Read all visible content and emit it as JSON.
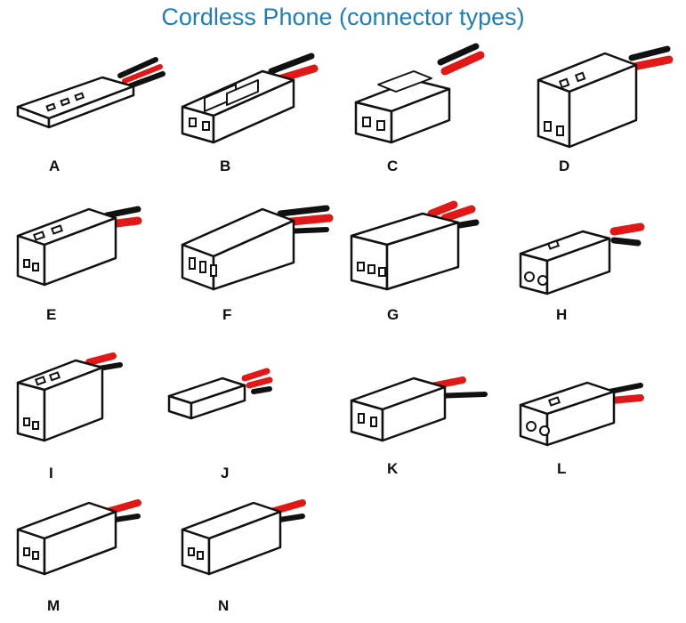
{
  "title": "Cordless Phone (connector types)",
  "colors": {
    "title": "#1f7fb0",
    "wire_red": "#e01818",
    "wire_black": "#111111",
    "outline": "#111111",
    "body": "#ffffff"
  },
  "connectors": [
    {
      "label": "A"
    },
    {
      "label": "B"
    },
    {
      "label": "C"
    },
    {
      "label": "D"
    },
    {
      "label": "E"
    },
    {
      "label": "F"
    },
    {
      "label": "G"
    },
    {
      "label": "H"
    },
    {
      "label": "I"
    },
    {
      "label": "J"
    },
    {
      "label": "K"
    },
    {
      "label": "L"
    },
    {
      "label": "M"
    },
    {
      "label": "N"
    }
  ]
}
